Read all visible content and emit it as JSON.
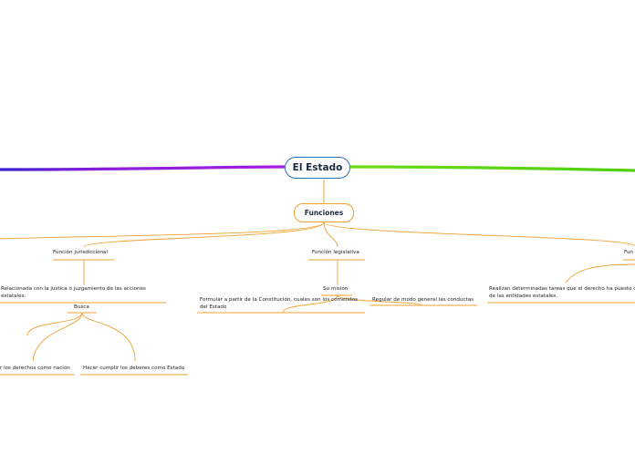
{
  "map": {
    "root": "El Estado",
    "funciones": "Funciones",
    "jurisdiccional": {
      "title": "Función jurisdiccional",
      "desc_line1": "Relacionada con la justica o juzgamiento de las acciones",
      "desc_line2": "estatales.",
      "busca": "Busca",
      "item1": "r los derechos como nación",
      "item2": "Hacer cumplir los deberes como Estado"
    },
    "legislativa": {
      "title": "Función legislativa",
      "mision": "Su misión",
      "item1_line1": "Formular a partir de la Constitución, cuales son los cometidos",
      "item1_line2": "del Estado",
      "item2": "Regular de modo general las conductas"
    },
    "administrativa": {
      "title": "Fun",
      "desc_line1": "Realizan determinadas tareas que el derecho ha puesto c",
      "desc_line2": "de las entidades estatales."
    }
  },
  "colors": {
    "left_branch": "#8a1fd8",
    "left_branch_end": "#3a1fd0",
    "right_branch": "#59d11a",
    "root_border": "#2f6fb3",
    "connector": "#f0a030"
  }
}
